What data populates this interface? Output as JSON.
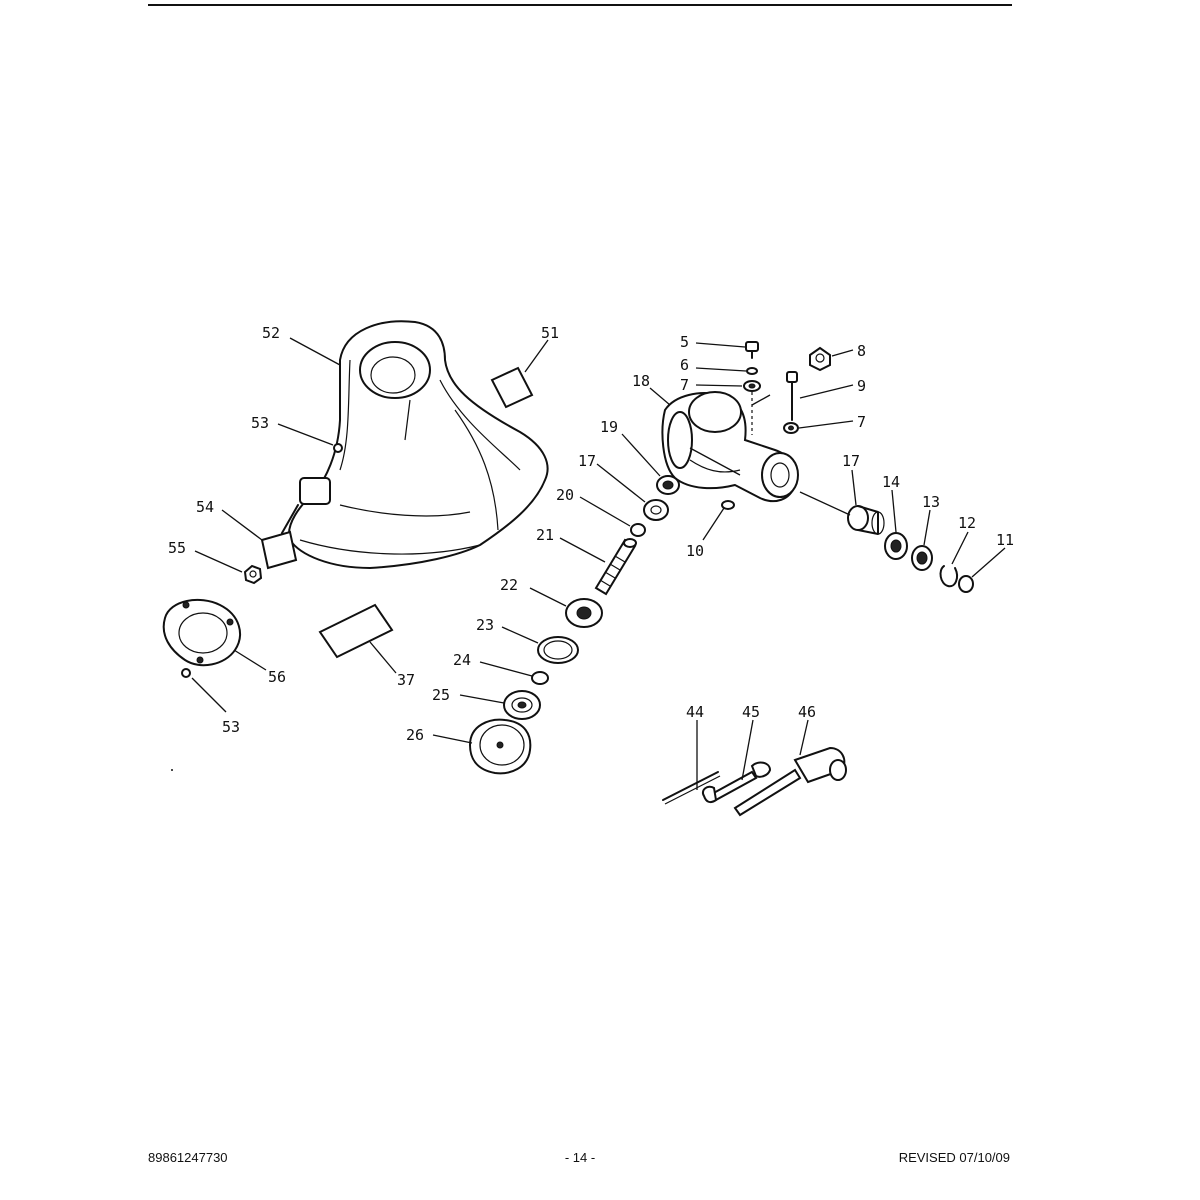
{
  "footer": {
    "part_number": "89861247730",
    "page": "- 14 -",
    "revised": "REVISED 07/10/09"
  },
  "callouts": {
    "c5": "5",
    "c6": "6",
    "c7a": "7",
    "c7b": "7",
    "c8": "8",
    "c9": "9",
    "c10": "10",
    "c11": "11",
    "c12": "12",
    "c13": "13",
    "c14": "14",
    "c17a": "17",
    "c17b": "17",
    "c18": "18",
    "c19": "19",
    "c20": "20",
    "c21": "21",
    "c22": "22",
    "c23": "23",
    "c24": "24",
    "c25": "25",
    "c26": "26",
    "c37": "37",
    "c44": "44",
    "c45": "45",
    "c46": "46",
    "c51": "51",
    "c52": "52",
    "c53a": "53",
    "c53b": "53",
    "c54": "54",
    "c55": "55",
    "c56": "56"
  }
}
